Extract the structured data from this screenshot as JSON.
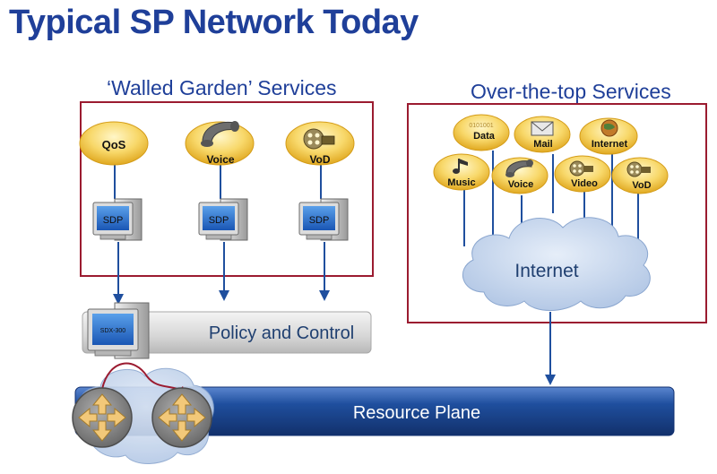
{
  "title": "Typical SP Network Today",
  "walled_garden": {
    "title": "‘Walled Garden’ Services",
    "services": [
      {
        "label": "QoS",
        "icon": "qos-icon"
      },
      {
        "label": "Voice",
        "icon": "phone-icon"
      },
      {
        "label": "VoD",
        "icon": "film-reel-icon"
      }
    ],
    "sdp_label": "SDP"
  },
  "ott": {
    "title": "Over-the-top Services",
    "services": [
      {
        "label": "Data",
        "icon": "data-icon"
      },
      {
        "label": "Mail",
        "icon": "envelope-icon"
      },
      {
        "label": "Internet",
        "icon": "globe-icon"
      },
      {
        "label": "Music",
        "icon": "music-note-icon"
      },
      {
        "label": "Voice",
        "icon": "phone-icon"
      },
      {
        "label": "Video",
        "icon": "film-reel-icon"
      },
      {
        "label": "VoD",
        "icon": "film-reel-icon"
      }
    ],
    "internet_label": "Internet"
  },
  "policy": {
    "label": "Policy and Control",
    "server_label": "SDX-300"
  },
  "resource": {
    "label": "Resource Plane"
  },
  "colors": {
    "title_blue": "#1f3f99",
    "box_border": "#9b1b30",
    "pill_yellow": "#f4c430",
    "bar_blue": "#1f4f9e",
    "cloud": "#c9d9ef",
    "router": "#8a8a8a"
  }
}
